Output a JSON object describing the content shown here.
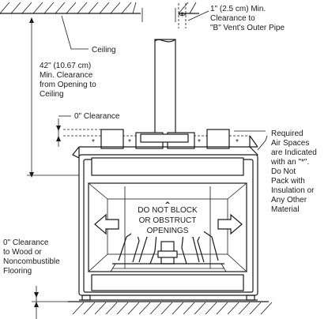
{
  "labels": {
    "ceiling": "Ceiling",
    "vent_clearance": [
      "1\" (2.5 cm) Min.",
      "Clearance to",
      "\"B\" Vent's Outer Pipe"
    ],
    "ceiling_clearance": [
      "42\" (10.67 cm)",
      "Min. Clearance",
      "from Opening to",
      "Ceiling"
    ],
    "zero_clearance_top": "0\" Clearance",
    "air_spaces": [
      "Required",
      "Air Spaces",
      "are Indicated",
      "with an \"*\".",
      "Do Not",
      "Pack with",
      "Insulation or",
      "Any Other",
      "Material"
    ],
    "floor_clearance": [
      "0\" Clearance",
      "to Wood or",
      "Noncombustible",
      "Flooring"
    ],
    "warning": [
      "DO NOT BLOCK",
      "OR OBSTRUCT",
      "OPENINGS"
    ],
    "air_space_marker": "*"
  }
}
